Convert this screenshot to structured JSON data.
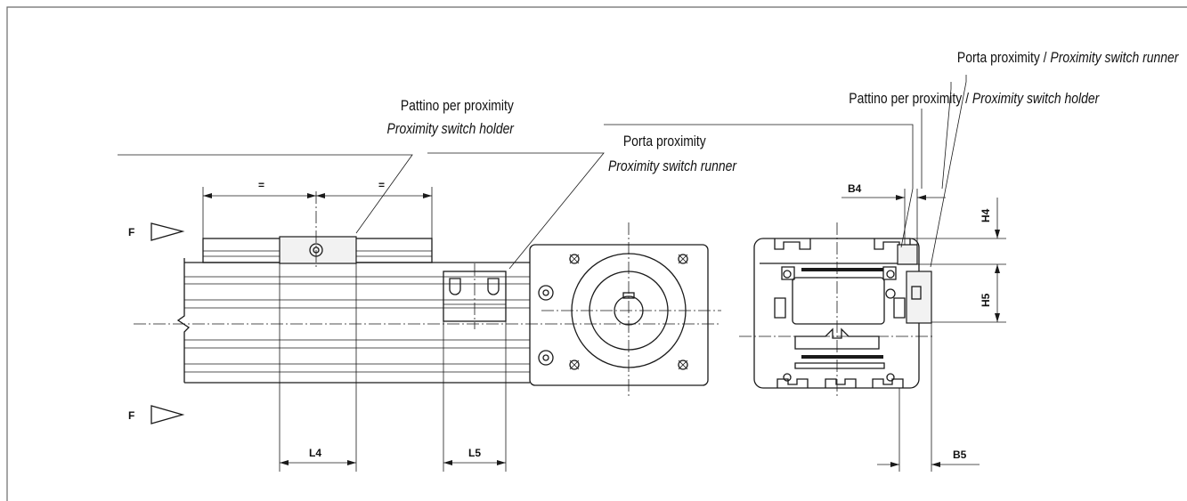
{
  "labels": {
    "porta_proximity_right": "Porta proximity / ",
    "porta_proximity_right_en": "Proximity switch runner",
    "pattino_proximity_right": "Pattino per proximity / ",
    "pattino_proximity_right_en": "Proximity switch holder",
    "pattino_proximity_left": "Pattino per proximity",
    "pattino_proximity_left_en": "Proximity switch holder",
    "porta_proximity_center": "Porta proximity",
    "porta_proximity_center_en": "Proximity switch runner"
  },
  "dimensions": {
    "b4": "B4",
    "h4": "H4",
    "h5": "H5",
    "b5": "B5",
    "l4": "L4",
    "l5": "L5",
    "equal_left": "=",
    "equal_right": "="
  },
  "force_labels": {
    "top": "F",
    "bottom": "F"
  }
}
